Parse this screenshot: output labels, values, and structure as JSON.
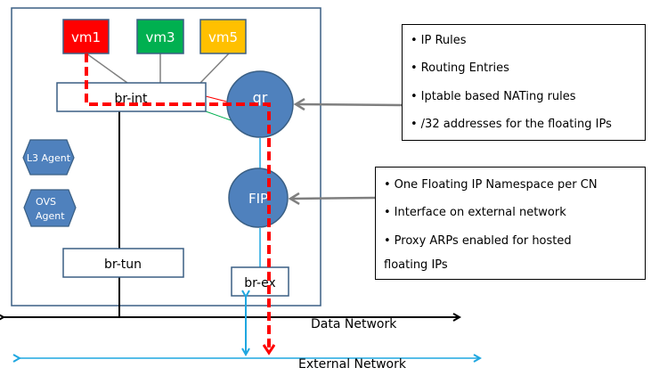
{
  "diagram": {
    "title": "",
    "colors": {
      "box_border": "#3a5f84",
      "circle_fill": "#4f81bd",
      "circle_border": "#3a5f84",
      "vm1": "#ff0000",
      "vm3": "#00b050",
      "vm5": "#ffc000",
      "path_red": "#ff0000",
      "external_blue": "#1fa7e0",
      "link_gray": "#808080",
      "arrow_gray": "#7f7f7f"
    },
    "vms": [
      {
        "label": "vm1"
      },
      {
        "label": "vm3"
      },
      {
        "label": "vm5"
      }
    ],
    "bridges": {
      "br_int": "br-int",
      "br_tun": "br-tun",
      "br_ex": "br-ex"
    },
    "namespaces": {
      "qr": "qr",
      "fip": "FIP"
    },
    "agents": [
      {
        "line1": "L3 Agent",
        "line2": ""
      },
      {
        "line1": "OVS",
        "line2": "Agent"
      }
    ],
    "networks": {
      "data": "Data Network",
      "external": "External Network"
    },
    "callouts": {
      "qr_notes": [
        {
          "bullet": "•",
          "text": "IP Rules"
        },
        {
          "bullet": "•",
          "text": "Routing Entries"
        },
        {
          "bullet": "•",
          "text": "Iptable based NATing rules"
        },
        {
          "bullet": "•",
          "text": "/32 addresses for the floating IPs"
        }
      ],
      "fip_notes": [
        {
          "bullet": "•",
          "text": "One Floating IP Namespace per CN"
        },
        {
          "bullet": "•",
          "text": "Interface on external network"
        },
        {
          "bullet": "•",
          "text": "Proxy ARPs enabled for hosted"
        },
        {
          "bullet": "",
          "text": "floating IPs"
        }
      ]
    }
  }
}
